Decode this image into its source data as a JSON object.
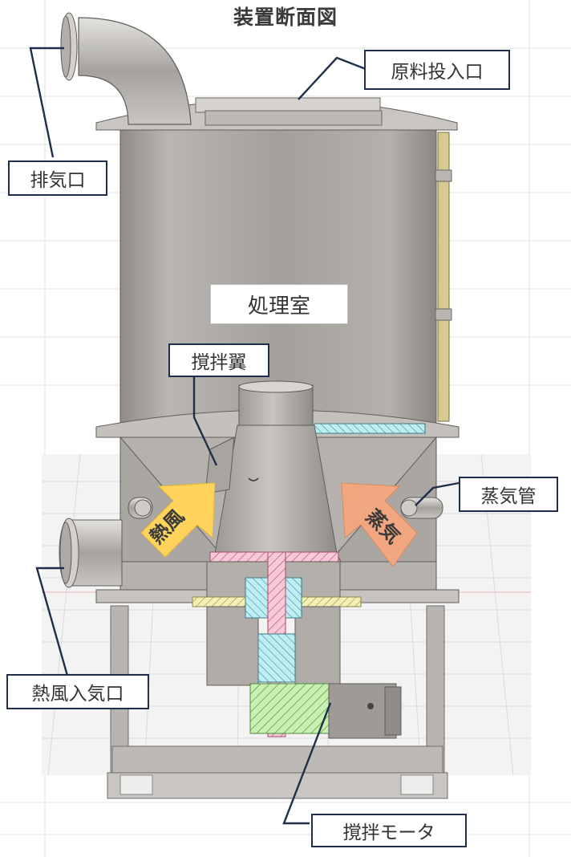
{
  "title": "装置断面図",
  "labels": {
    "inlet": "原料投入口",
    "exhaust": "排気口",
    "chamber": "処理室",
    "blade": "撹拌翼",
    "steam_pipe": "蒸気管",
    "hot_air_inlet": "熱風入気口",
    "motor": "撹拌モータ"
  },
  "arrows": {
    "hot_air": "熱風",
    "steam": "蒸気"
  },
  "colors": {
    "hot_air_arrow": "#ffd35c",
    "steam_arrow": "#f2a680",
    "label_border": "#1f2f4a",
    "metal": "#a9a6a2"
  }
}
